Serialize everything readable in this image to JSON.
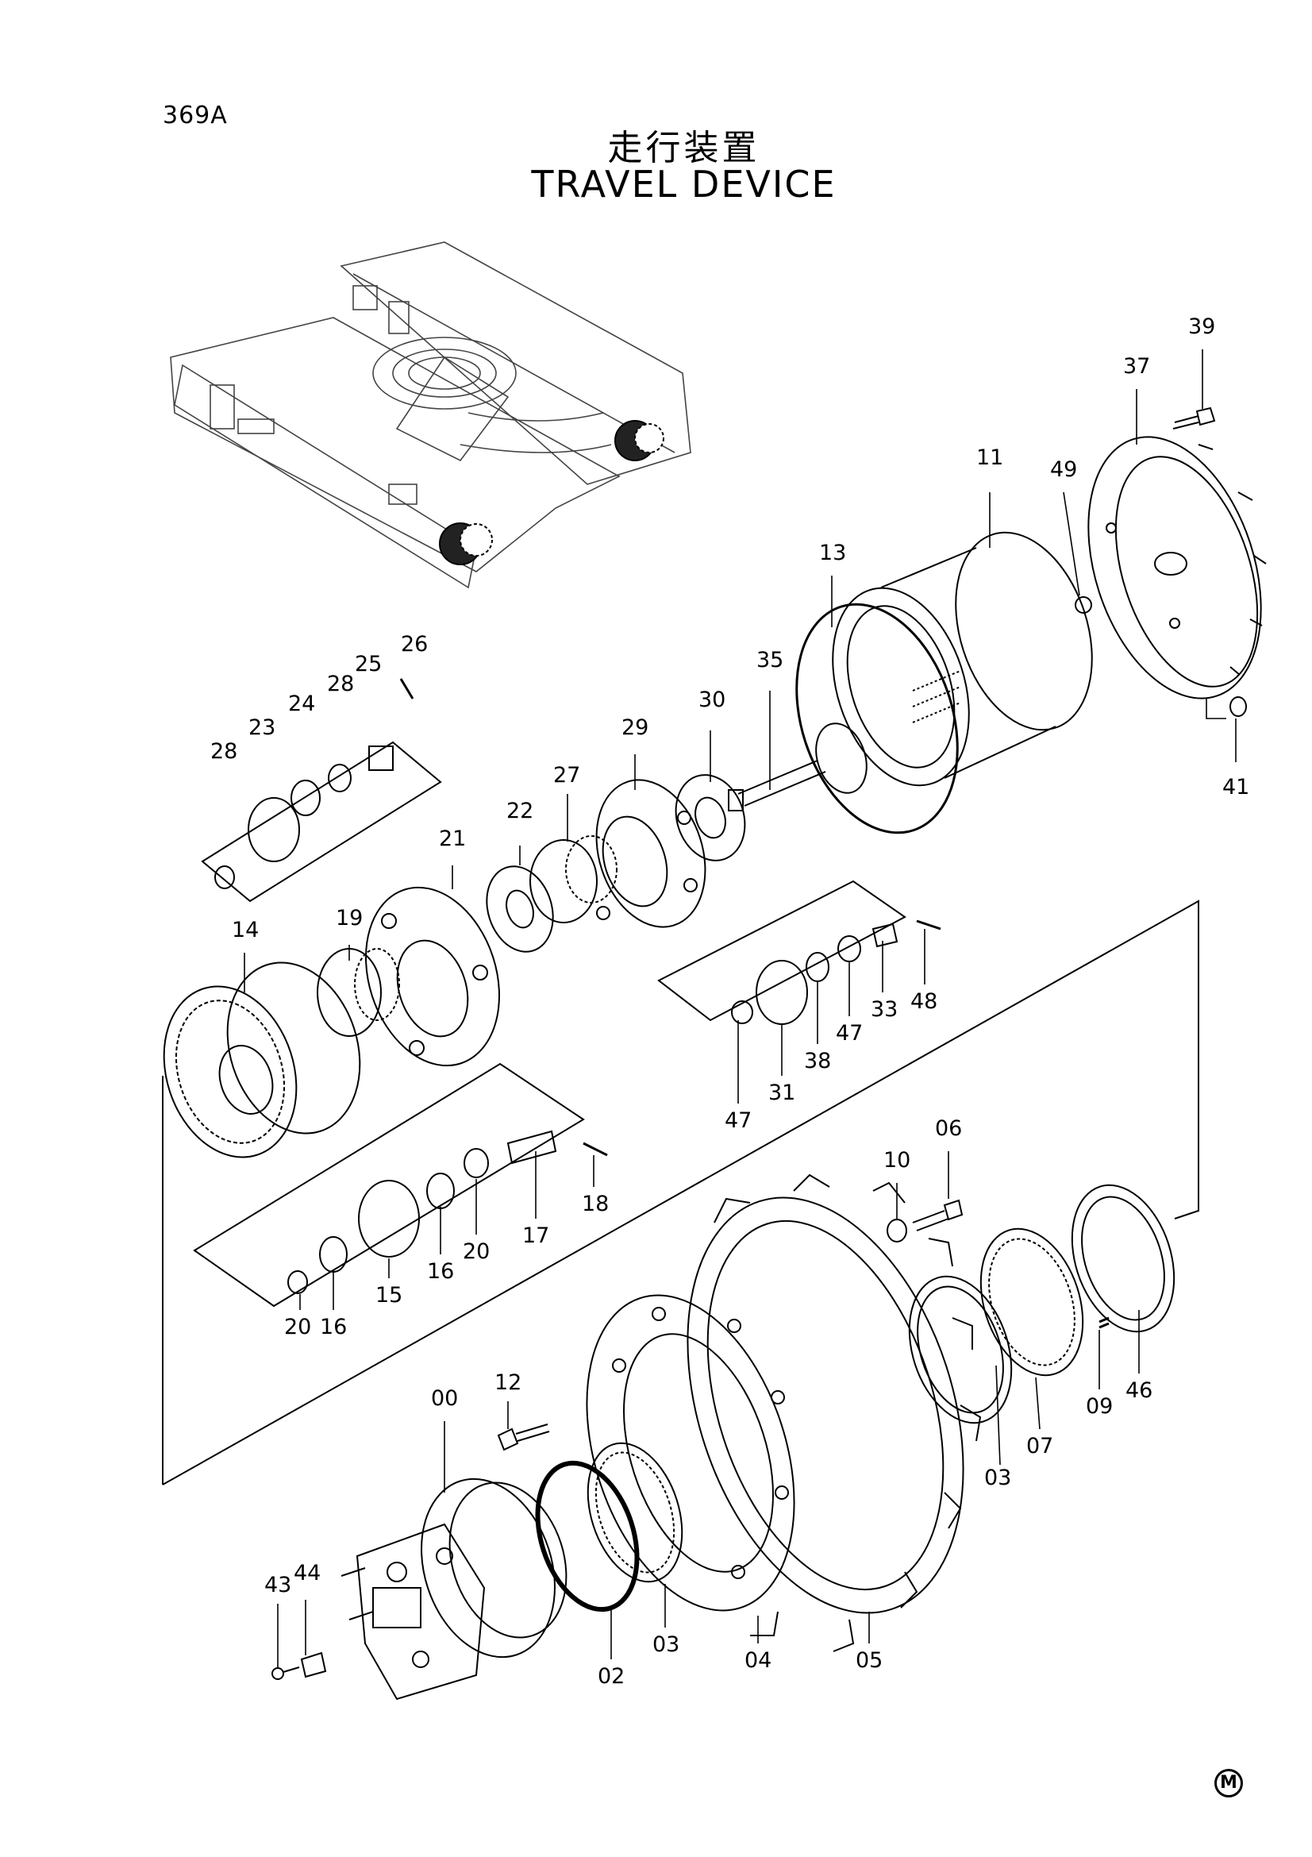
{
  "page": {
    "id": "369A",
    "mark": "M"
  },
  "title": {
    "japanese": "走行装置",
    "english": "TRAVEL DEVICE"
  },
  "callouts": {
    "c39": "39",
    "c37": "37",
    "c11": "11",
    "c49": "49",
    "c13": "13",
    "c41": "41",
    "c26": "26",
    "c25": "25",
    "c24": "24",
    "c28a": "28",
    "c23": "23",
    "c28b": "28",
    "c35": "35",
    "c30": "30",
    "c29": "29",
    "c27": "27",
    "c22": "22",
    "c21": "21",
    "c19": "19",
    "c14": "14",
    "c47a": "47",
    "c31": "31",
    "c38": "38",
    "c47b": "47",
    "c33": "33",
    "c48": "48",
    "c06": "06",
    "c10": "10",
    "c17": "17",
    "c18": "18",
    "c20a": "20",
    "c16a": "16",
    "c15": "15",
    "c16b": "16",
    "c20b": "20",
    "c12": "12",
    "c00": "00",
    "c03a": "03",
    "c07": "07",
    "c09": "09",
    "c46": "46",
    "c43": "43",
    "c44": "44",
    "c02": "02",
    "c03b": "03",
    "c04": "04",
    "c05": "05"
  }
}
